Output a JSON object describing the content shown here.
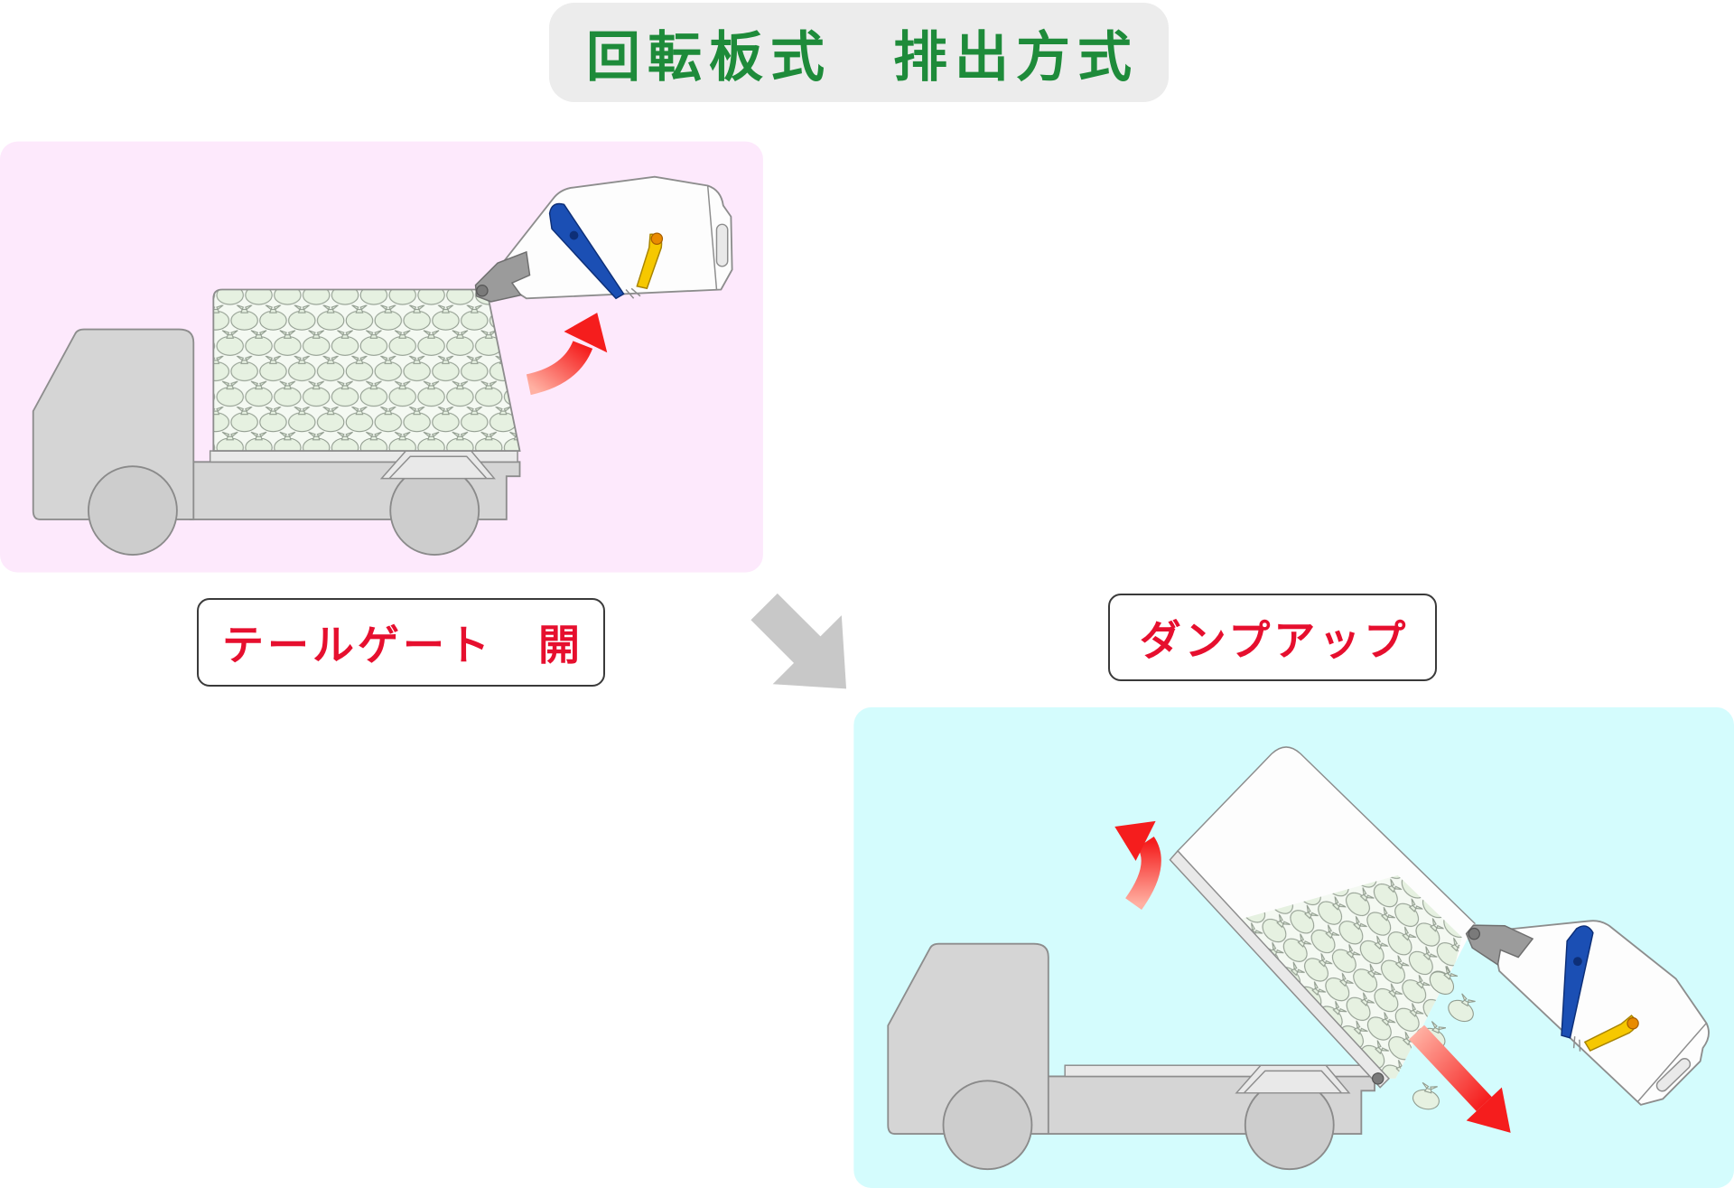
{
  "title": "回転板式　排出方式",
  "steps": [
    {
      "label": "テールゲート　開"
    },
    {
      "label": "ダンプアップ"
    }
  ],
  "colors": {
    "title_text": "#1e8b3a",
    "title_bg": "#ececec",
    "label_text": "#e60f2e",
    "panel_tailgate_open": "#fde9fc",
    "panel_dump_up": "#d4fcfd",
    "arrow_red": "#f51d1d",
    "step_arrow_gray": "#c8c8c8",
    "rotating_plate_blue": "#1b4fb4",
    "handle_yellow": "#f6c800"
  }
}
